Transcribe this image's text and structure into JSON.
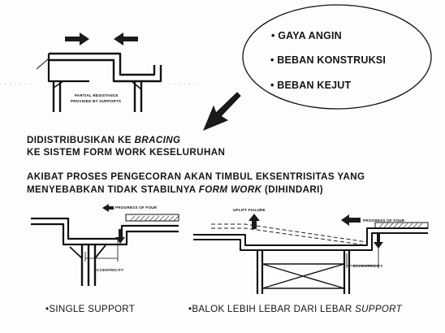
{
  "loads": [
    "• GAYA ANGIN",
    "• BEBAN KONSTRUKSI",
    "• BEBAN KEJUT"
  ],
  "figure1": {
    "label_line1": "PARTIAL RESISTANCE",
    "label_line2": "PROVIDED BY SUPPORTS"
  },
  "distribution": {
    "line1_prefix": "DIDISTRIBUSIKAN KE ",
    "line1_italic": "BRACING",
    "line2": "KE SISTEM FORM WORK KESELURUHAN"
  },
  "eccentricity_note": {
    "line1": "AKIBAT PROSES PENGECORAN AKAN TIMBUL EKSENTRISITAS YANG",
    "line2_prefix": "MENYEBABKAN TIDAK STABILNYA ",
    "line2_italic": "FORM WORK",
    "line2_suffix": " (DIHINDARI)"
  },
  "figure2": {
    "progress_label": "PROGRESS OF FOUR",
    "eccentricity_label": "ECCENTRICITY",
    "caption": "•SINGLE SUPPORT"
  },
  "figure3": {
    "uplift_label": "UPLIFT FAILURE",
    "progress_label": "PROGRESS OF FOUR",
    "eccentricity_label": "ECCENTRICITY",
    "caption_prefix": "•BALOK LEBIH LEBAR DARI LEBAR ",
    "caption_italic": "SUPPORT"
  }
}
